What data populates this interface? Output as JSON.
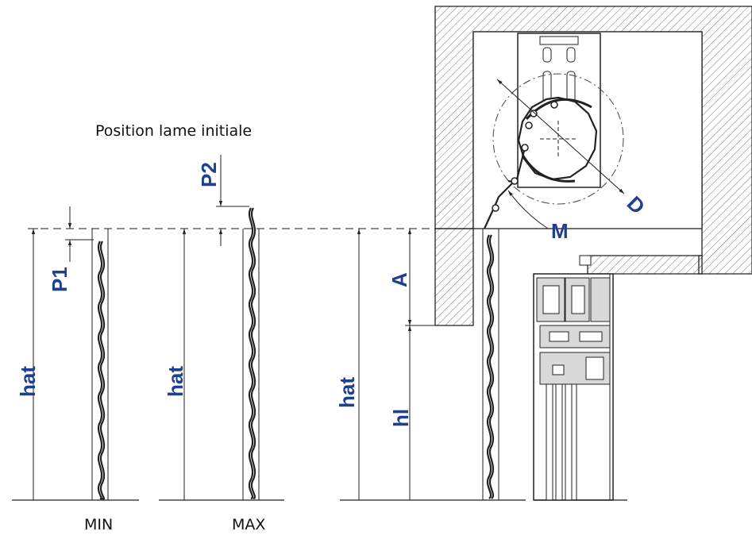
{
  "title": "Position lame initiale",
  "labels": {
    "hat_min": "hat",
    "hat_max": "hat",
    "hat_install": "hat",
    "p1": "P1",
    "p2": "P2",
    "a": "A",
    "hl": "hl",
    "m": "M",
    "d": "D"
  },
  "captions": {
    "min": "MIN",
    "max": "MAX"
  },
  "colors": {
    "label_blue": "#1f3f8f",
    "line": "#222222",
    "hatch": "#555555",
    "frame_gray": "#d9d9d9"
  }
}
